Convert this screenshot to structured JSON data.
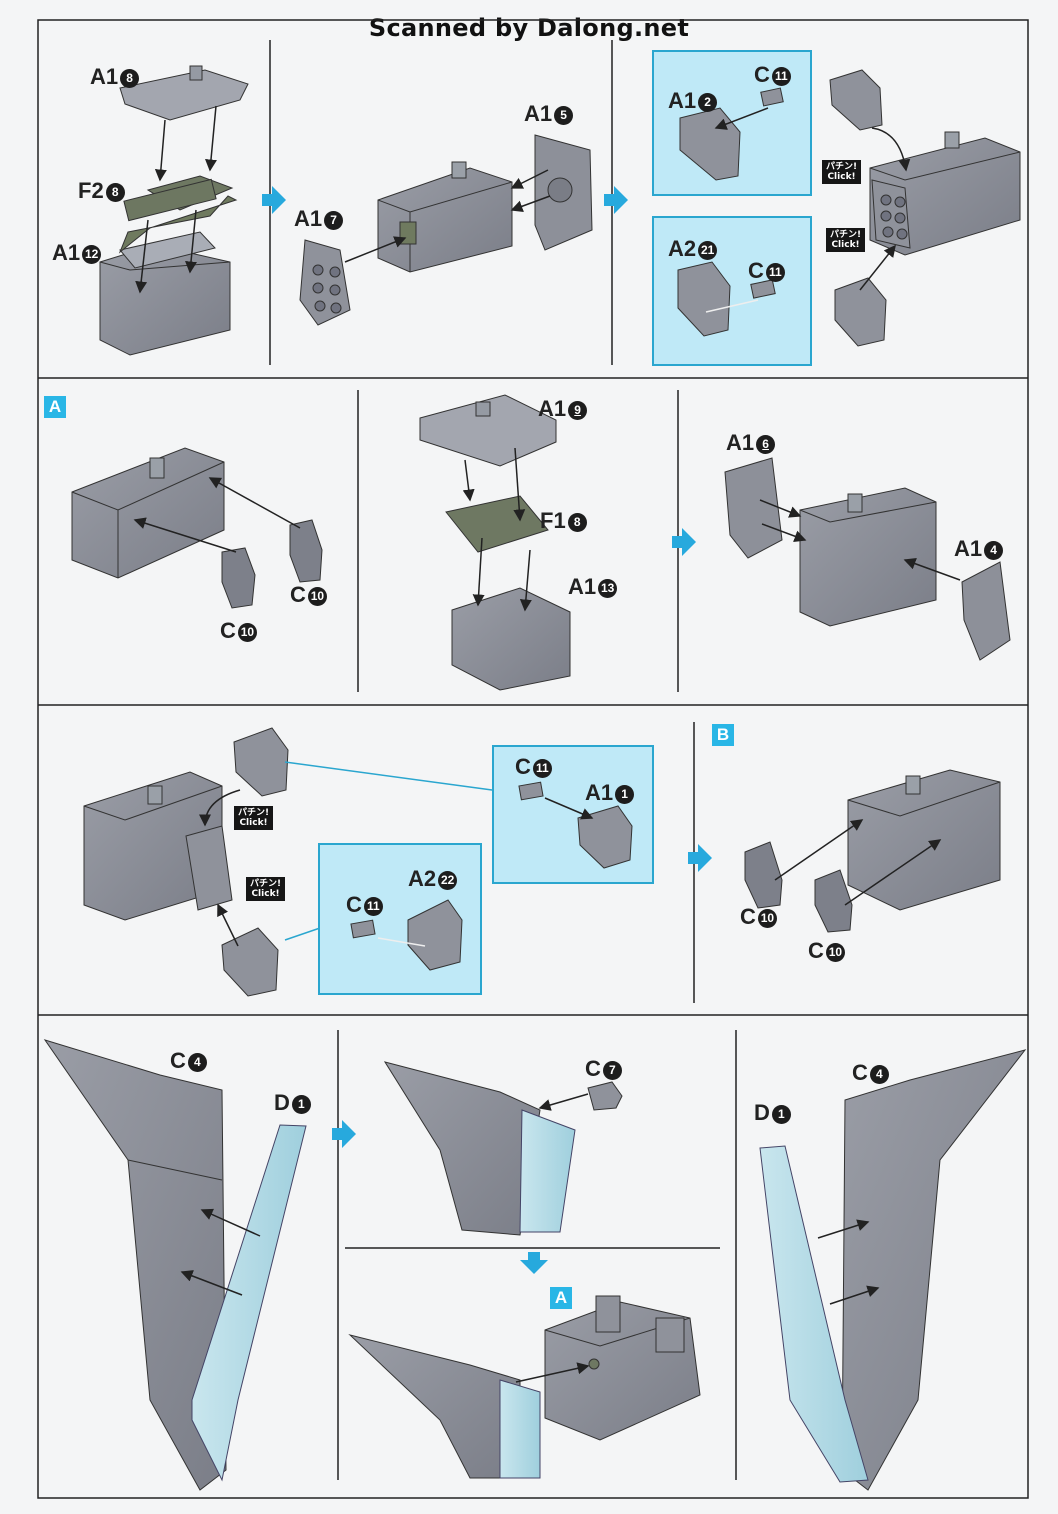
{
  "watermark": "Scanned by Dalong.net",
  "markers": {
    "a": "A",
    "b": "B"
  },
  "click_badge": {
    "line1": "パチン!",
    "line2": "Click!"
  },
  "parts": {
    "a1_8": {
      "letter": "A1",
      "num": "8"
    },
    "f2_8": {
      "letter": "F2",
      "num": "8"
    },
    "a1_12": {
      "letter": "A1",
      "num": "12"
    },
    "a1_7": {
      "letter": "A1",
      "num": "7"
    },
    "a1_5": {
      "letter": "A1",
      "num": "5"
    },
    "c11_a": {
      "letter": "C",
      "num": "11"
    },
    "a1_2": {
      "letter": "A1",
      "num": "2"
    },
    "a2_21": {
      "letter": "A2",
      "num": "21"
    },
    "c11_b": {
      "letter": "C",
      "num": "11"
    },
    "c10_a": {
      "letter": "C",
      "num": "10"
    },
    "c10_b": {
      "letter": "C",
      "num": "10"
    },
    "a1_9": {
      "letter": "A1",
      "num": "9"
    },
    "f1_8": {
      "letter": "F1",
      "num": "8"
    },
    "a1_13": {
      "letter": "A1",
      "num": "13"
    },
    "a1_6": {
      "letter": "A1",
      "num": "6"
    },
    "a1_4": {
      "letter": "A1",
      "num": "4"
    },
    "c11_c": {
      "letter": "C",
      "num": "11"
    },
    "a1_1": {
      "letter": "A1",
      "num": "1"
    },
    "c11_d": {
      "letter": "C",
      "num": "11"
    },
    "a2_22": {
      "letter": "A2",
      "num": "22"
    },
    "c10_c": {
      "letter": "C",
      "num": "10"
    },
    "c10_d": {
      "letter": "C",
      "num": "10"
    },
    "c4_a": {
      "letter": "C",
      "num": "4"
    },
    "d1_a": {
      "letter": "D",
      "num": "1"
    },
    "c7": {
      "letter": "C",
      "num": "7"
    },
    "d1_b": {
      "letter": "D",
      "num": "1"
    },
    "c4_b": {
      "letter": "C",
      "num": "4"
    }
  }
}
